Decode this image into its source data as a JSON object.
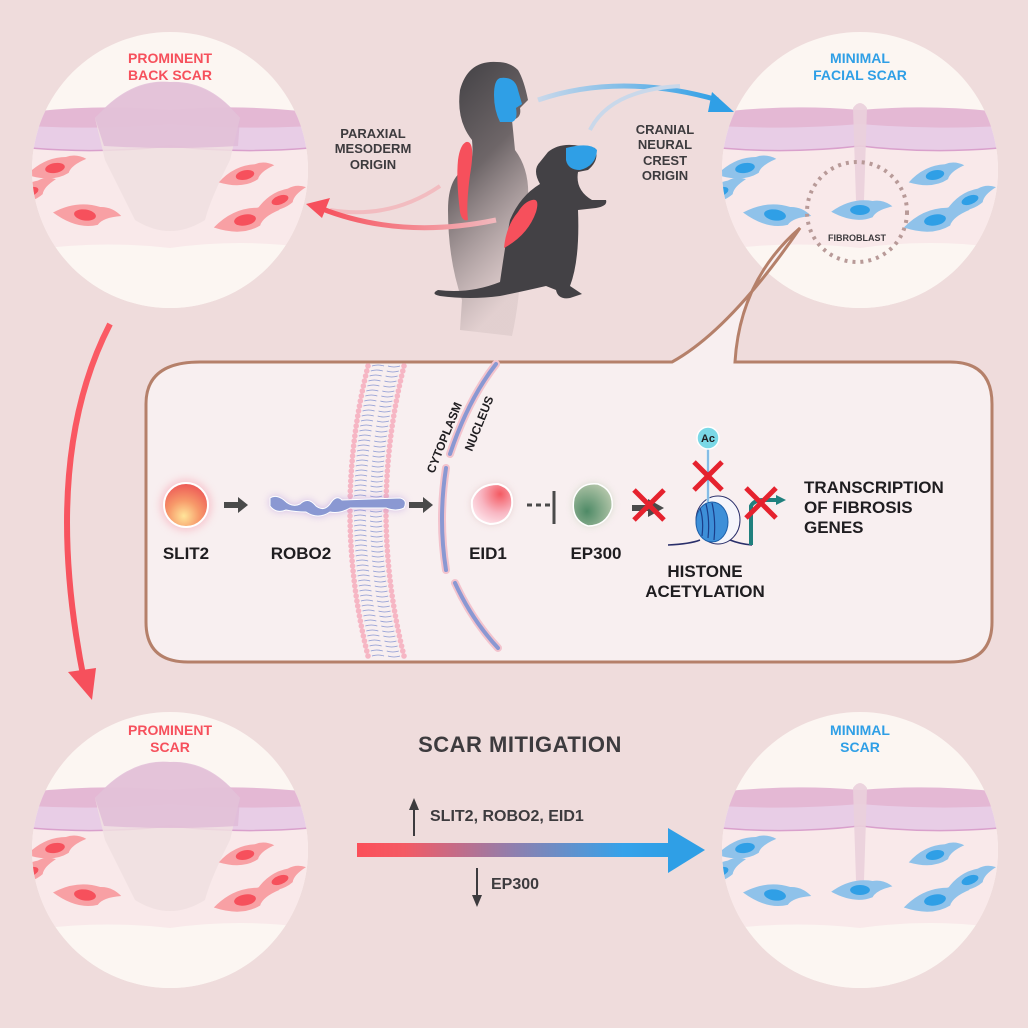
{
  "title": "Scar mitigation graphical abstract",
  "colors": {
    "background": "#efdcdc",
    "scar_red": "#f6505c",
    "minimal_blue": "#2f9fe6",
    "callout_border": "#b5806a",
    "callout_fill": "#f8eff0",
    "text_dark": "#3d3b3e",
    "inhibit_cross": "#e5222e"
  },
  "panels": {
    "top_left": {
      "title_line1": "PROMINENT",
      "title_line2": "BACK SCAR",
      "cell_color": "red"
    },
    "top_right": {
      "title_line1": "MINIMAL",
      "title_line2": "FACIAL SCAR",
      "cell_color": "blue",
      "callout_label": "FIBROBLAST"
    },
    "bottom_left": {
      "title_line1": "PROMINENT",
      "title_line2": "SCAR",
      "cell_color": "red"
    },
    "bottom_right": {
      "title_line1": "MINIMAL",
      "title_line2": "SCAR",
      "cell_color": "blue"
    }
  },
  "origins": {
    "paraxial": [
      "PARAXIAL",
      "MESODERM",
      "ORIGIN"
    ],
    "cranial": [
      "CRANIAL",
      "NEURAL",
      "CREST",
      "ORIGIN"
    ]
  },
  "pathway": {
    "compartments": {
      "cytoplasm": "CYTOPLASM",
      "nucleus": "NUCLEUS"
    },
    "molecules": [
      {
        "id": "slit2",
        "label": "SLIT2"
      },
      {
        "id": "robo2",
        "label": "ROBO2"
      },
      {
        "id": "eid1",
        "label": "EID1"
      },
      {
        "id": "ep300",
        "label": "EP300"
      }
    ],
    "histone": {
      "label_line1": "HISTONE",
      "label_line2": "ACETYLATION",
      "acetyl_label": "Ac"
    },
    "output": [
      "TRANSCRIPTION",
      "OF FIBROSIS",
      "GENES"
    ]
  },
  "mitigation": {
    "title": "SCAR MITIGATION",
    "up_label": "SLIT2, ROBO2, EID1",
    "down_label": "EP300"
  }
}
